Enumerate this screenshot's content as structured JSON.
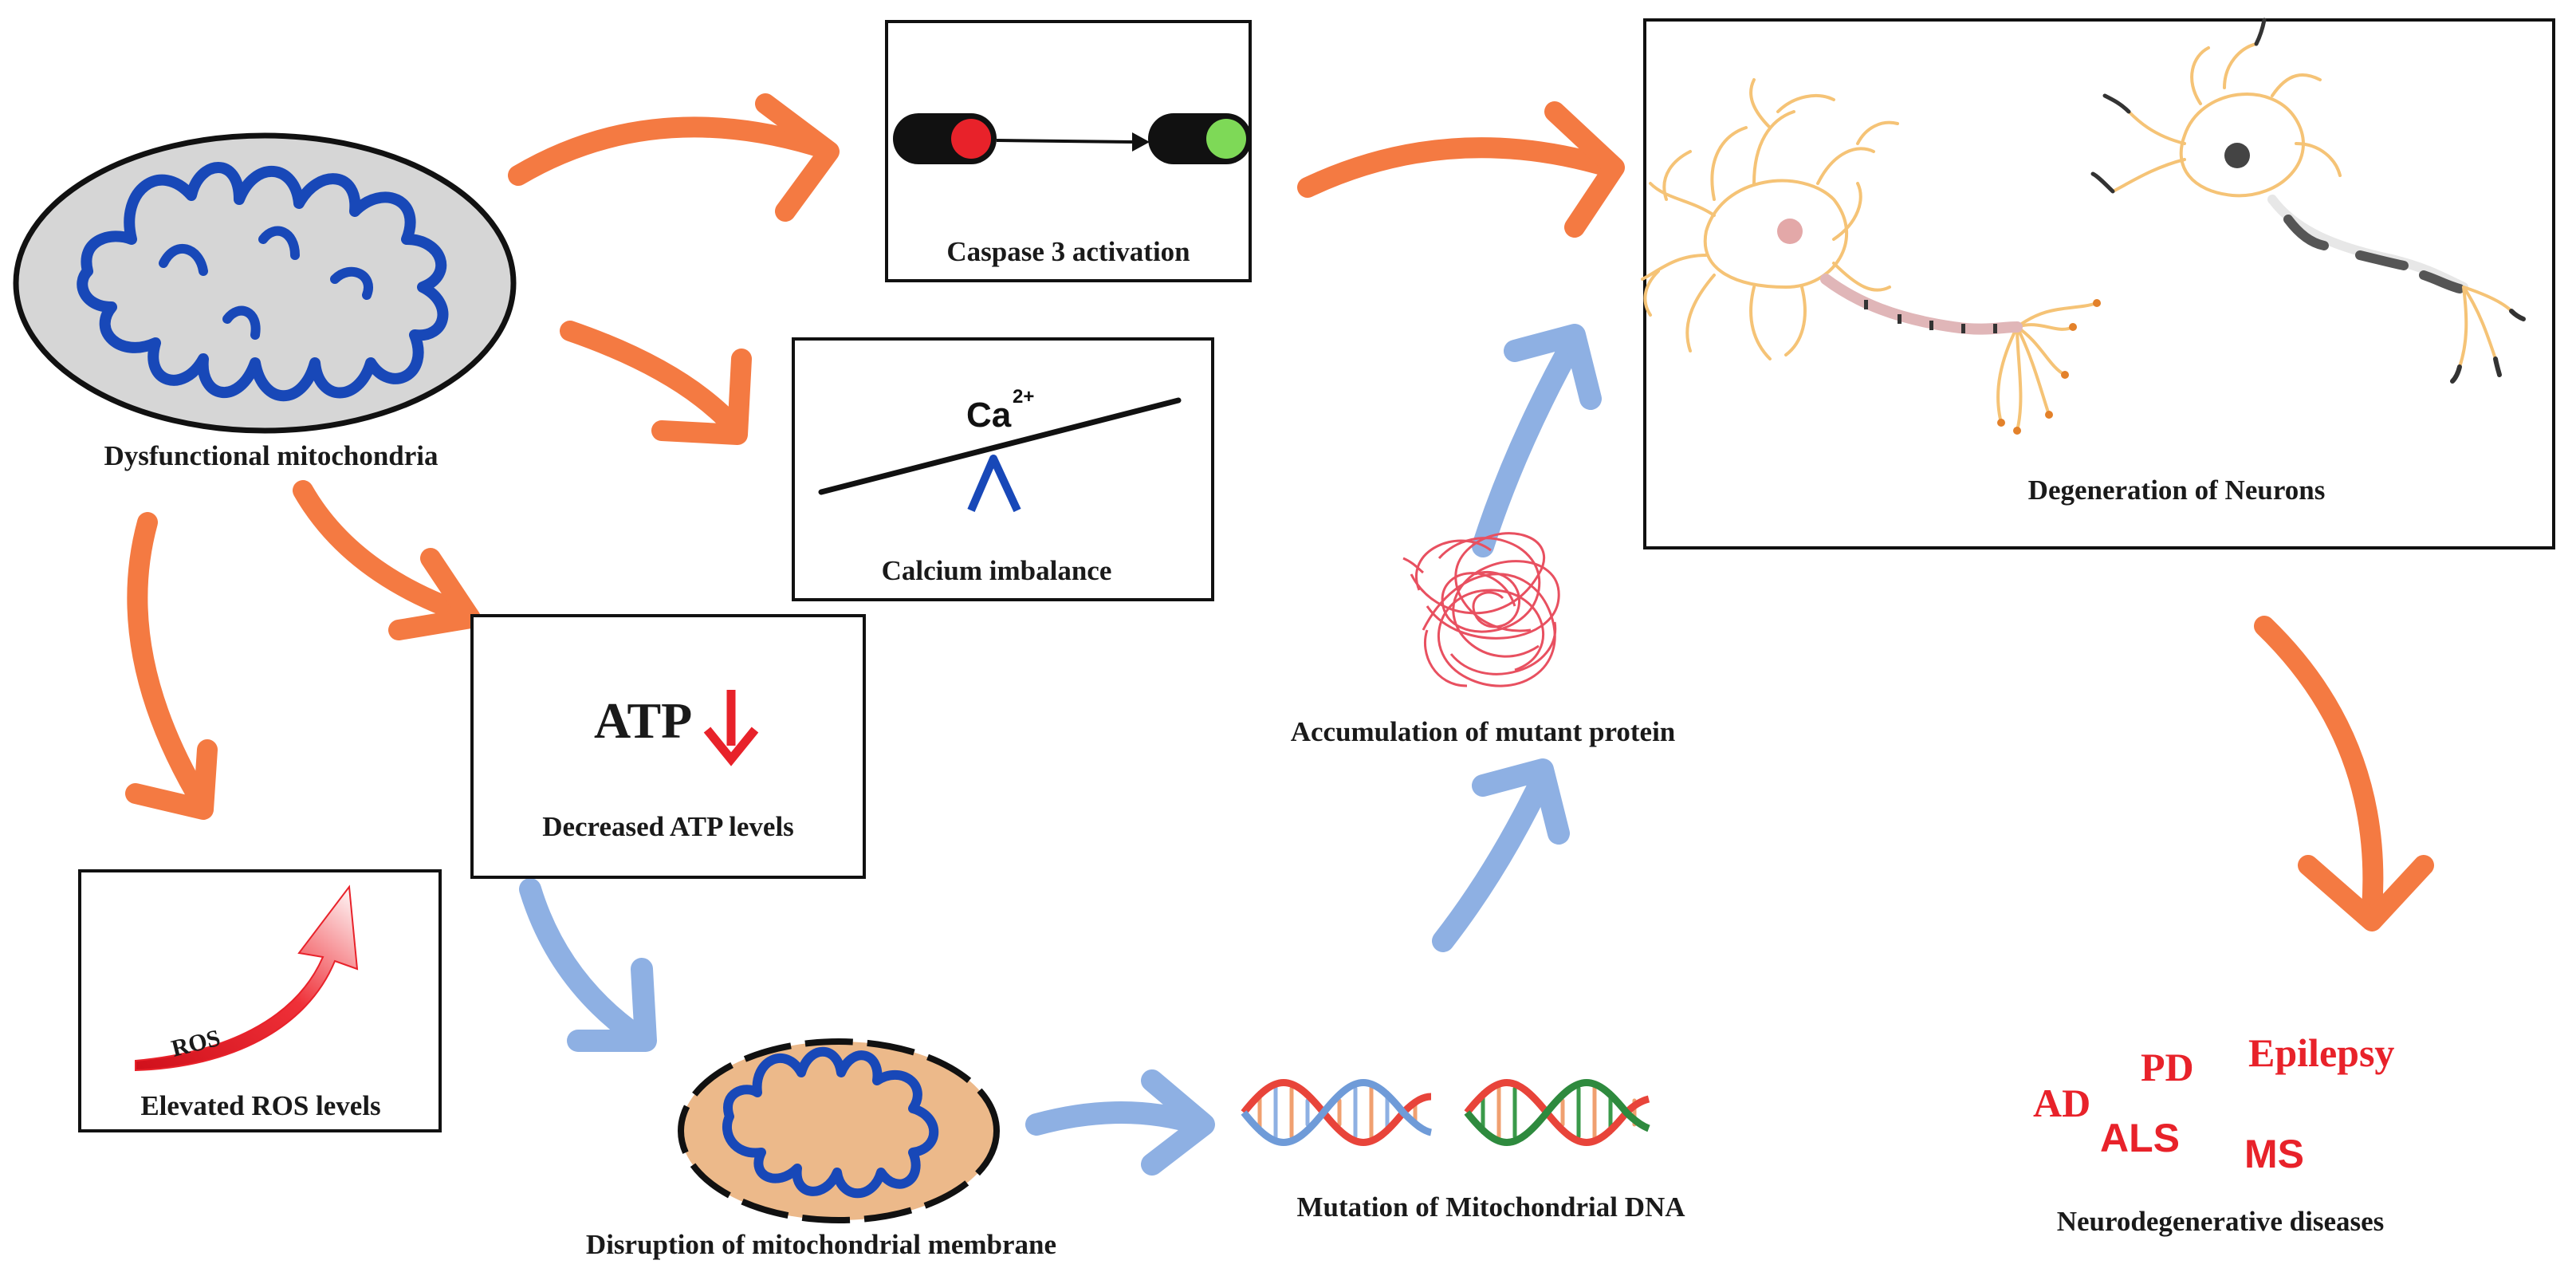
{
  "labels": {
    "dysfunctional_mitochondria": "Dysfunctional mitochondria",
    "caspase": "Caspase 3 activation",
    "calcium": "Calcium imbalance",
    "calcium_symbol": "Ca",
    "calcium_charge": "2+",
    "atp_symbol": "ATP",
    "atp": "Decreased ATP levels",
    "ros_tag": "ROS",
    "ros": "Elevated ROS levels",
    "membrane": "Disruption of mitochondrial membrane",
    "mtdna": "Mutation of Mitochondrial DNA",
    "protein": "Accumulation of mutant protein",
    "neurons": "Degeneration of Neurons",
    "diseases": "Neurodegenerative diseases"
  },
  "diseases": {
    "ad": "AD",
    "pd": "PD",
    "epilepsy": "Epilepsy",
    "als": "ALS",
    "ms": "MS"
  },
  "colors": {
    "orange_arrow": "#f47a42",
    "blue_arrow": "#8eb0e3",
    "disease_red": "#e8222a",
    "mito_fill": "#d6d6d6",
    "cristae": "#1848b8",
    "membrane_fill": "#ecb98a",
    "neuron": "#f5c376"
  },
  "icons": {
    "caspase": "off-on-toggle-icon",
    "calcium": "balance-scale-icon",
    "atp": "down-arrow-icon",
    "ros": "rising-arrow-icon",
    "dna": "dna-helix-icon",
    "protein": "tangled-protein-icon",
    "neuron": "neuron-icon"
  }
}
